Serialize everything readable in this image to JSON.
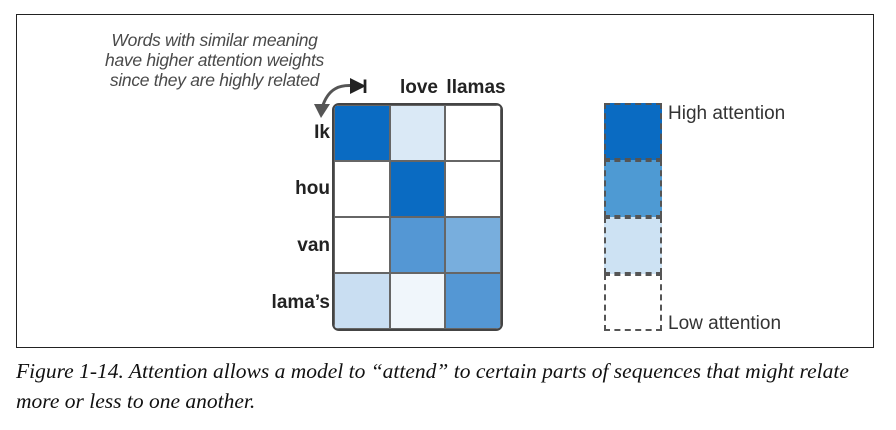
{
  "annotation": {
    "lines": [
      "Words with similar meaning",
      "have higher attention weights",
      "since they are highly related"
    ]
  },
  "columns": [
    "I",
    "love",
    "llamas"
  ],
  "rows": [
    "Ik",
    "hou",
    "van",
    "lama’s"
  ],
  "attention": [
    [
      1.0,
      0.15,
      0.0
    ],
    [
      0.0,
      1.0,
      0.0
    ],
    [
      0.0,
      0.7,
      0.55
    ],
    [
      0.22,
      0.06,
      0.7
    ]
  ],
  "colors": {
    "high": "#0a6bc2",
    "medium": "#4e9ad3",
    "light": "#cde2f3",
    "none": "#ffffff"
  },
  "legend": {
    "high_label": "High attention",
    "low_label": "Low attention"
  },
  "caption": "Figure 1-14. Attention allows a model to “attend” to certain parts of sequences that might relate more or less to one another."
}
